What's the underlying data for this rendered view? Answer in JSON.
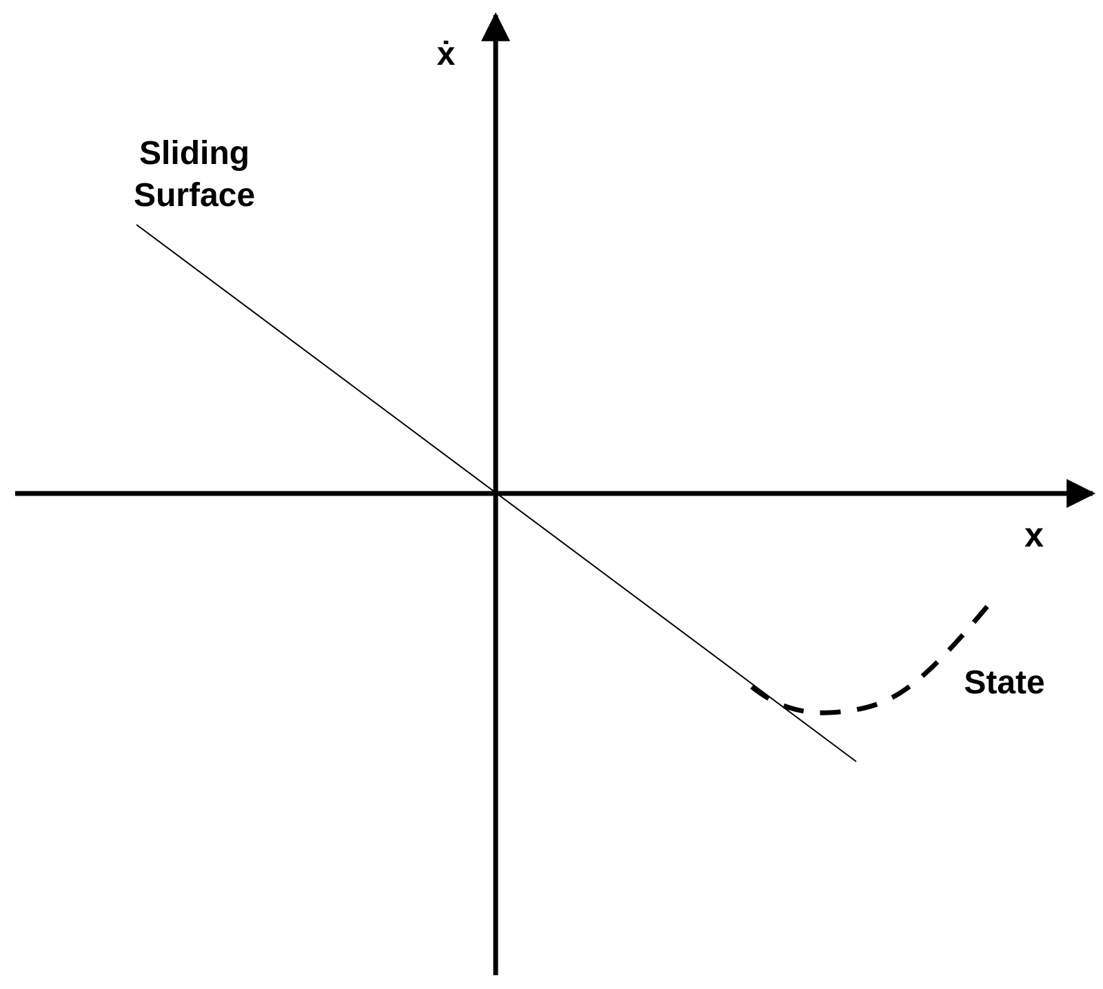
{
  "diagram": {
    "labels": {
      "y_axis": "ẋ",
      "x_axis": "x",
      "sliding_surface_line1": "Sliding",
      "sliding_surface_line2": "Surface",
      "state": "State"
    },
    "colors": {
      "ink": "#000000",
      "background": "#ffffff"
    }
  }
}
